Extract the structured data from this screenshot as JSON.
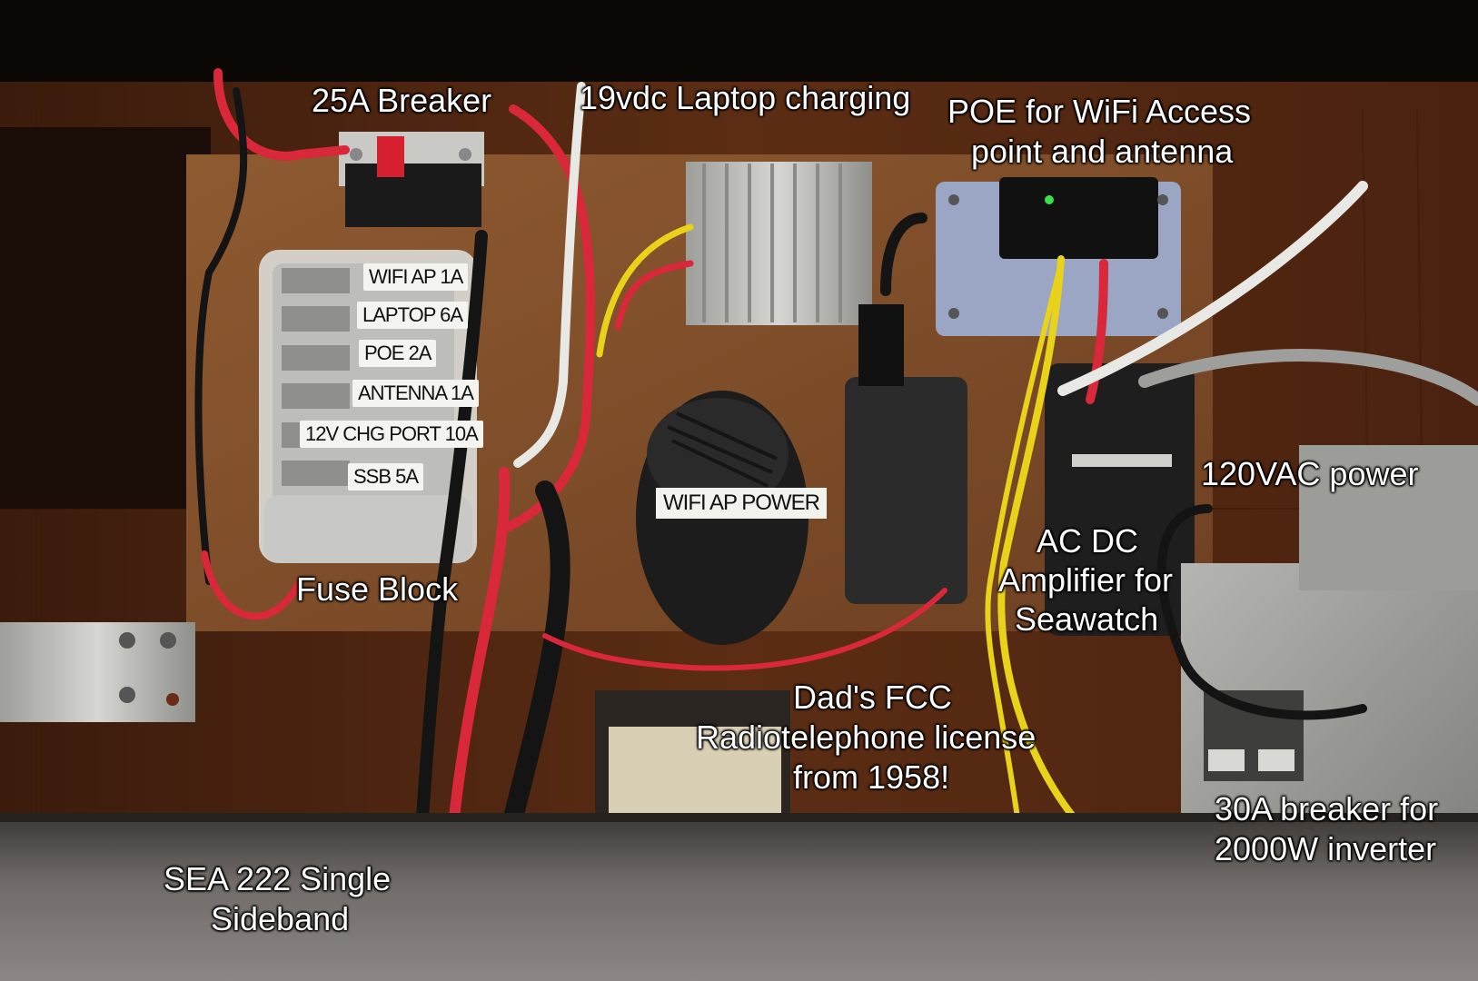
{
  "annotations": {
    "breaker_25a": "25A Breaker",
    "laptop_charging": "19vdc Laptop charging",
    "poe_line1": "POE for WiFi Access",
    "poe_line2": "point and antenna",
    "ac_power": "120VAC power",
    "ac_dc_line1": "AC DC",
    "ac_dc_line2": "Amplifier for",
    "ac_dc_line3": "Seawatch",
    "fuse_block": "Fuse Block",
    "fcc_line1": "Dad's FCC",
    "fcc_line2": "Radiotelephone license",
    "fcc_line3": "from 1958!",
    "breaker_30a_line1": "30A breaker for",
    "breaker_30a_line2": "2000W inverter",
    "ssb_line1": "SEA 222 Single",
    "ssb_line2": "Sideband"
  },
  "fuse_labels": [
    "WIFI AP 1A",
    "LAPTOP 6A",
    "POE 2A",
    "ANTENNA 1A",
    "12V CHG PORT 10A",
    "SSB 5A"
  ],
  "device_labels": {
    "wifi_ap_power": "WIFI AP POWER"
  },
  "colors": {
    "wood": "#5a2e16",
    "board": "#8a5a32",
    "red_wire": "#d8283a",
    "yellow_wire": "#e8d21a",
    "white_wire": "#e8e8e4",
    "black_wire": "#141414",
    "metal": "#b8b8b4",
    "shelf": "#6e6a68"
  }
}
